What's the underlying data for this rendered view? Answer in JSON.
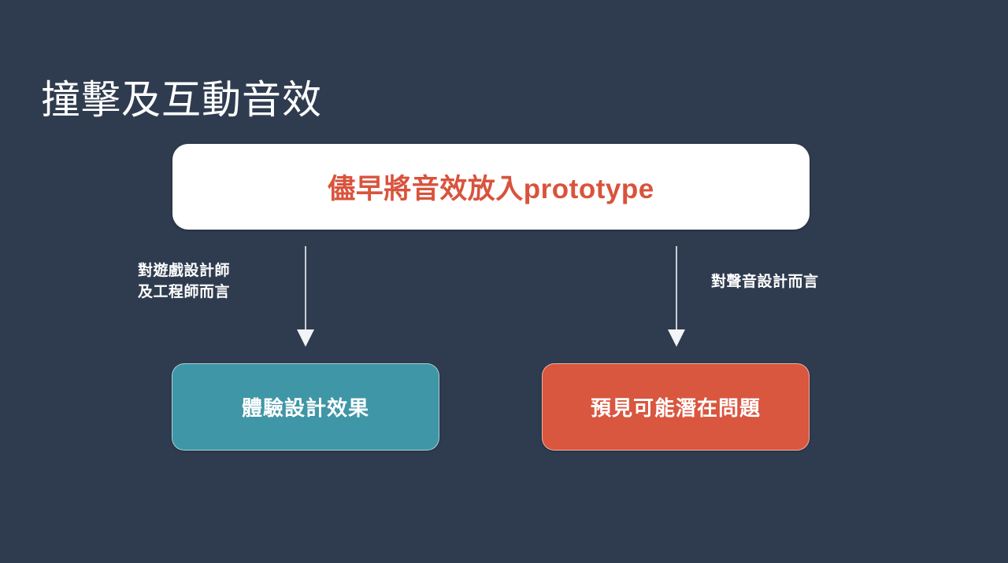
{
  "slide": {
    "background_color": "#2f3c4f",
    "title": "撞擊及互動音效"
  },
  "headline": {
    "text": "儘早將音效放入prototype",
    "text_color": "#d9533c",
    "card_color": "#ffffff"
  },
  "branches": [
    {
      "caption": "對遊戲設計師\n及工程師而言",
      "outcome": "體驗設計效果",
      "outcome_color": "#3f96a6",
      "arrow": "down-arrow"
    },
    {
      "caption": "對聲音設計而言",
      "outcome": "預見可能潛在問題",
      "outcome_color": "#d9563f",
      "arrow": "down-arrow"
    }
  ]
}
